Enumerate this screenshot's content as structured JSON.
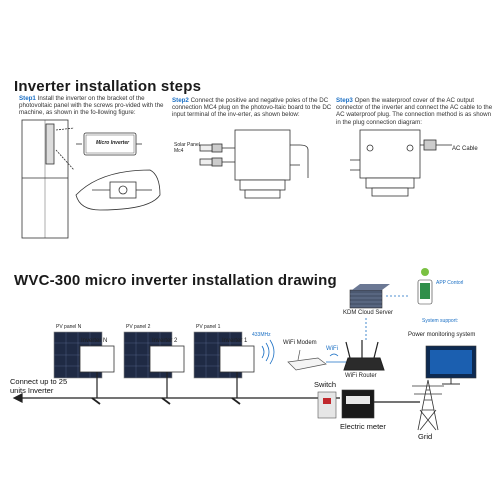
{
  "section1": {
    "title": "Inverter installation steps",
    "step1": {
      "tag": "Step1",
      "text": "Install the inverter on the bracket of the photovoltaic panel with the screws pro-vided with the machine, as shown in the fo-llowing figure:"
    },
    "step2": {
      "tag": "Step2",
      "text": "Connect the positive and negative poles of the DC connection MC4 plug on the photovo-ltaic board to the DC input terminal of the inv-erter, as shown below:"
    },
    "step3": {
      "tag": "Step3",
      "text": "Open the waterproof cover of the AC output connector of the inverter and connect the AC cable to the AC waterproof plug. The connection method is as shown in the plug connection diagram:"
    },
    "micro_inverter_label": "Micro Inverter",
    "solar_panel_label": "Solar Panel Mc4",
    "ac_cable_label": "AC Cable"
  },
  "section2": {
    "title": "WVC-300 micro inverter installation drawing",
    "panels": [
      {
        "panel_label": "PV panel N",
        "inverter_label": "Inverter N"
      },
      {
        "panel_label": "PV panel 2",
        "inverter_label": "Inverter 2"
      },
      {
        "panel_label": "PV panel 1",
        "inverter_label": "Inverter 1"
      }
    ],
    "frequency_label": "433MHz",
    "wifi_modem_label": "WiFi Modem",
    "wifi_label": "WiFi",
    "wifi_router_label": "WiFi Router",
    "cloud_server_label": "KDM Cloud Server",
    "app_label": "APP Contorl",
    "system_support_label": "System support:",
    "monitoring_label": "Power monitoring system",
    "connect_label": "Connect up to 25 units Inverter",
    "switch_label": "Switch",
    "meter_label": "Electric meter",
    "grid_label": "Grid"
  },
  "colors": {
    "accent": "#1a6fc4",
    "panel_dark": "#1f2a44",
    "line": "#222222"
  }
}
